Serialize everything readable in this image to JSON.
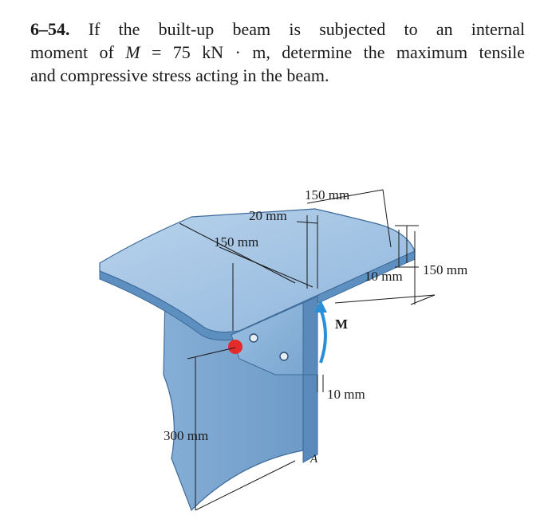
{
  "problem": {
    "number": "6–54.",
    "line1": "If the built-up beam is subjected to an internal",
    "line2_pre": "moment of ",
    "line2_var": "M",
    "line2_post": " = 75 kN · m, determine the maximum tensile",
    "line3": "and compressive stress acting in the beam."
  },
  "figure": {
    "dim_flange_width_top": "150 mm",
    "dim_flange_thickness": "20 mm",
    "dim_flange_width_left": "150 mm",
    "dim_web_spacing": "10 mm",
    "dim_angle_height": "150 mm",
    "moment_label": "M",
    "dim_web_thickness": "10 mm",
    "dim_web_height": "300 mm",
    "point_label": "A",
    "colors": {
      "steel_light": "#a9c8e6",
      "steel_mid": "#7aa7d1",
      "steel_dark": "#4f7fb0",
      "marker": "#e32b2b",
      "moment_arrow": "#2a8fd6"
    }
  }
}
